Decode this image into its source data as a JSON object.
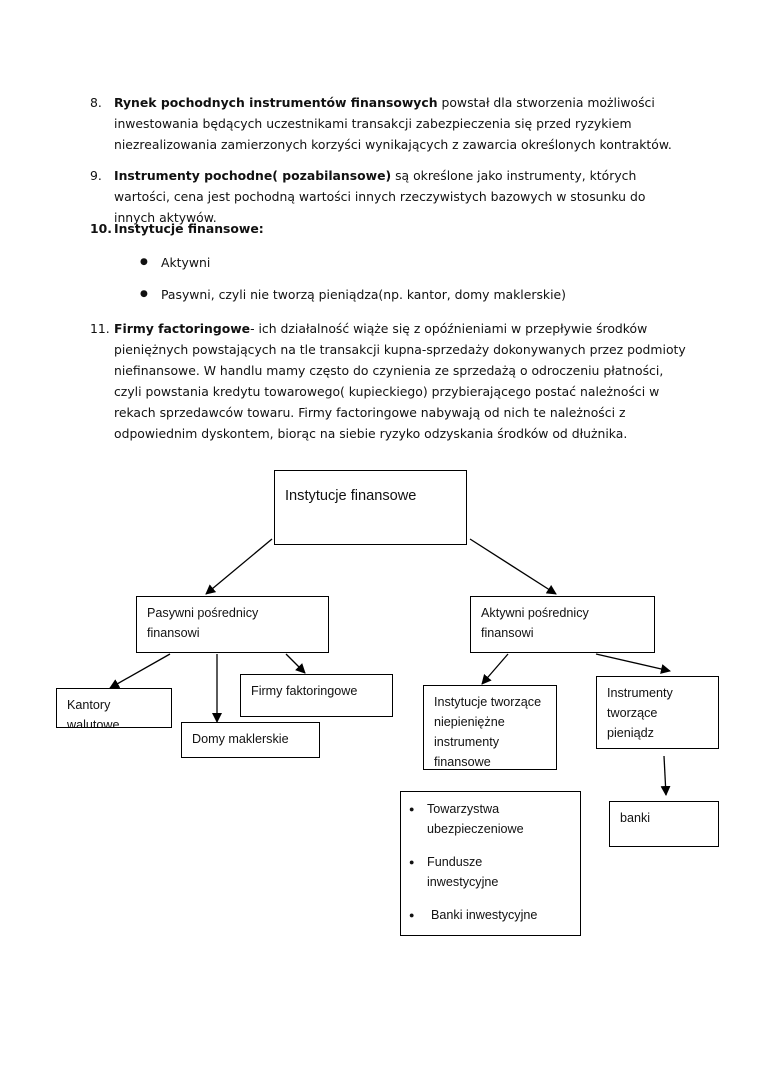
{
  "items": [
    {
      "num": "8.",
      "bold": "Rynek pochodnych instrumentów finansowych",
      "text": " powstał dla stworzenia możliwości inwestowania będących uczestnikami transakcji zabezpieczenia się przed ryzykiem niezrealizowania zamierzonych korzyści wynikających z zawarcia określonych kontraktów."
    },
    {
      "num": "9.",
      "bold": "Instrumenty pochodne( pozabilansowe)",
      "text": " są określone jako instrumenty, których wartości, cena jest pochodną wartości innych rzeczywistych bazowych w stosunku do innych aktywów."
    },
    {
      "num": "10.",
      "bold": "Instytucje finansowe:",
      "text": ""
    },
    {
      "num": "11.",
      "bold": "Firmy factoringowe",
      "text": "- ich działalność wiąże się z opóźnieniami w przepływie środków pieniężnych powstających na tle transakcji kupna-sprzedaży dokonywanych przez podmioty niefinansowe. W handlu mamy często do czynienia ze sprzedażą o odroczeniu płatności, czyli powstania kredytu towarowego( kupieckiego) przybierającego postać należności w rekach sprzedawców towaru. Firmy factoringowe nabywają od nich te należności z odpowiednim dyskontem, biorąc na siebie ryzyko odzyskania środków od dłużnika."
    }
  ],
  "bullets": [
    "Aktywni",
    "Pasywni, czyli nie tworzą pieniądza(np. kantor, domy maklerskie)"
  ],
  "diagram": {
    "root": "Instytucje finansowe",
    "passive": "Pasywni pośrednicy finansowi",
    "active": "Aktywni pośrednicy finansowi",
    "kantory": "Kantory walutowe",
    "domy": "Domy maklerskie",
    "firmy": "Firmy faktoringowe",
    "nonmoney": "Instytucje tworzące niepieniężne instrumenty finansowe",
    "money": "Instrumenty tworzące pieniądz",
    "nonmoney_list": [
      "Towarzystwa ubezpieczeniowe",
      "Fundusze inwestycyjne",
      "Banki inwestycyjne"
    ],
    "banki": "banki"
  }
}
